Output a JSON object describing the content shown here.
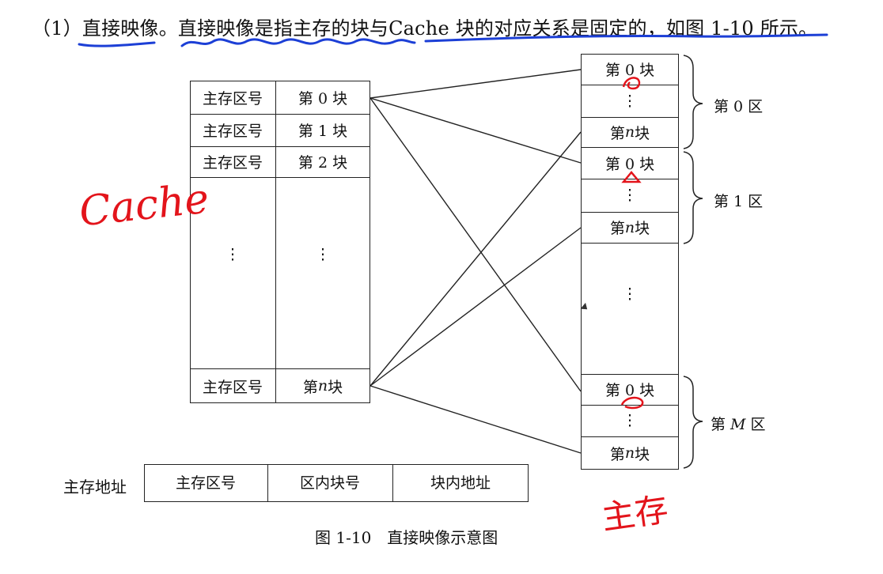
{
  "heading": {
    "prefix": "（1）",
    "term": "直接映像",
    "sep": "。",
    "clause": "直接映像是指主存的块与",
    "rest": "Cache 块的对应关系是固定的，如图 1-10 所示。"
  },
  "cache_table": {
    "col_region": "主存区号",
    "rows": [
      "第 0 块",
      "第 1 块",
      "第 2 块"
    ],
    "ellipsis": "⋮",
    "last_block_prefix": "第 ",
    "last_block_var": "n",
    "last_block_suffix": " 块"
  },
  "main_memory": {
    "block0": "第 0 块",
    "blockn_prefix": "第 ",
    "blockn_var": "n",
    "blockn_suffix": " 块",
    "ellipsis": "⋮",
    "zones": [
      {
        "label_prefix": "第 ",
        "label_var": "0",
        "label_suffix": " 区"
      },
      {
        "label_prefix": "第 ",
        "label_var": "1",
        "label_suffix": " 区"
      },
      {
        "label_prefix": "第 ",
        "label_var": "M",
        "label_suffix": " 区"
      }
    ]
  },
  "address_format": {
    "label": "主存地址",
    "fields": [
      "主存区号",
      "区内块号",
      "块内地址"
    ]
  },
  "caption": "图 1-10　直接映像示意图",
  "annotations": {
    "cache_handwritten": "Cache",
    "main_handwritten": "主存",
    "ink_color_red": "#e3141b",
    "ink_color_blue": "#1c3fd6"
  }
}
